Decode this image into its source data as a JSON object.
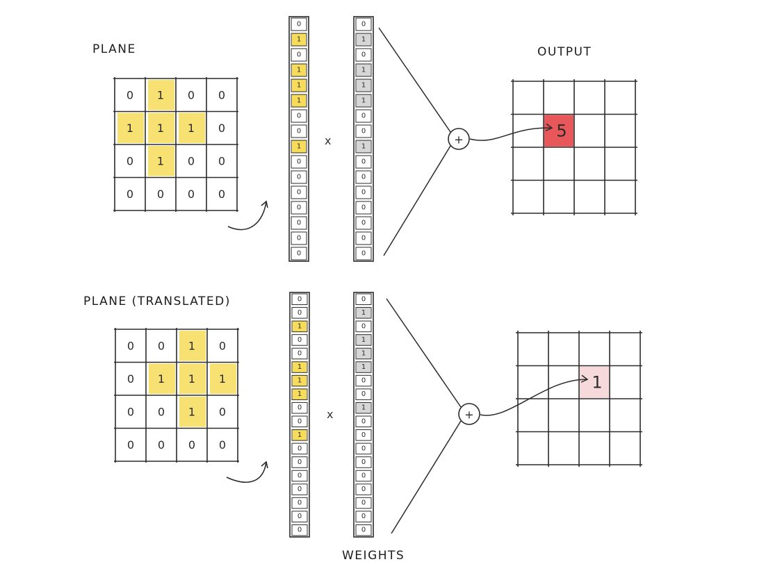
{
  "colors": {
    "ink": "#2a2a2a",
    "highlight_yellow": "#f6dc5a",
    "weight_gray": "#d6d6d6",
    "output_red": "#e8585a",
    "output_pink": "#f6d9da"
  },
  "labels": {
    "plane": "PLANE",
    "plane_translated": "PLANE (TRANSLATED)",
    "output": "OUTPUT",
    "weights": "WEIGHTS",
    "multiply_top": "x",
    "multiply_bottom": "x",
    "sum_symbol": "+"
  },
  "plane_top": {
    "cells": [
      [
        "0",
        "1",
        "0",
        "0"
      ],
      [
        "1",
        "1",
        "1",
        "0"
      ],
      [
        "0",
        "1",
        "0",
        "0"
      ],
      [
        "0",
        "0",
        "0",
        "0"
      ]
    ],
    "highlight": [
      [
        0,
        1,
        0,
        0
      ],
      [
        1,
        1,
        1,
        0
      ],
      [
        0,
        1,
        0,
        0
      ],
      [
        0,
        0,
        0,
        0
      ]
    ]
  },
  "plane_bottom": {
    "cells": [
      [
        "0",
        "0",
        "1",
        "0"
      ],
      [
        "0",
        "1",
        "1",
        "1"
      ],
      [
        "0",
        "0",
        "1",
        "0"
      ],
      [
        "0",
        "0",
        "0",
        "0"
      ]
    ],
    "highlight": [
      [
        0,
        0,
        1,
        0
      ],
      [
        0,
        1,
        1,
        1
      ],
      [
        0,
        0,
        1,
        0
      ],
      [
        0,
        0,
        0,
        0
      ]
    ]
  },
  "vector_top": [
    "0",
    "1",
    "0",
    "1",
    "1",
    "1",
    "0",
    "0",
    "1",
    "0",
    "0",
    "0",
    "0",
    "0",
    "0",
    "0"
  ],
  "vector_top_highlight": [
    0,
    1,
    0,
    1,
    1,
    1,
    0,
    0,
    1,
    0,
    0,
    0,
    0,
    0,
    0,
    0
  ],
  "weights_top": [
    "0",
    "1",
    "0",
    "1",
    "1",
    "1",
    "0",
    "0",
    "1",
    "0",
    "0",
    "0",
    "0",
    "0",
    "0",
    "0"
  ],
  "weights_top_highlight": [
    0,
    1,
    0,
    1,
    1,
    1,
    0,
    0,
    1,
    0,
    0,
    0,
    0,
    0,
    0,
    0
  ],
  "vector_bottom": [
    "0",
    "0",
    "1",
    "0",
    "0",
    "1",
    "1",
    "1",
    "0",
    "0",
    "1",
    "0",
    "0",
    "0",
    "0",
    "0",
    "0",
    "0"
  ],
  "vector_bottom_highlight": [
    0,
    0,
    1,
    0,
    0,
    1,
    1,
    1,
    0,
    0,
    1,
    0,
    0,
    0,
    0,
    0,
    0,
    0
  ],
  "weights_bottom": [
    "0",
    "1",
    "0",
    "1",
    "1",
    "1",
    "0",
    "0",
    "1",
    "0",
    "0",
    "0",
    "0",
    "0",
    "0",
    "0",
    "0",
    "0"
  ],
  "weights_bottom_highlight": [
    0,
    1,
    0,
    1,
    1,
    1,
    0,
    0,
    1,
    0,
    0,
    0,
    0,
    0,
    0,
    0,
    0,
    0
  ],
  "output_top": {
    "value": "5"
  },
  "output_bottom": {
    "value": "1"
  }
}
